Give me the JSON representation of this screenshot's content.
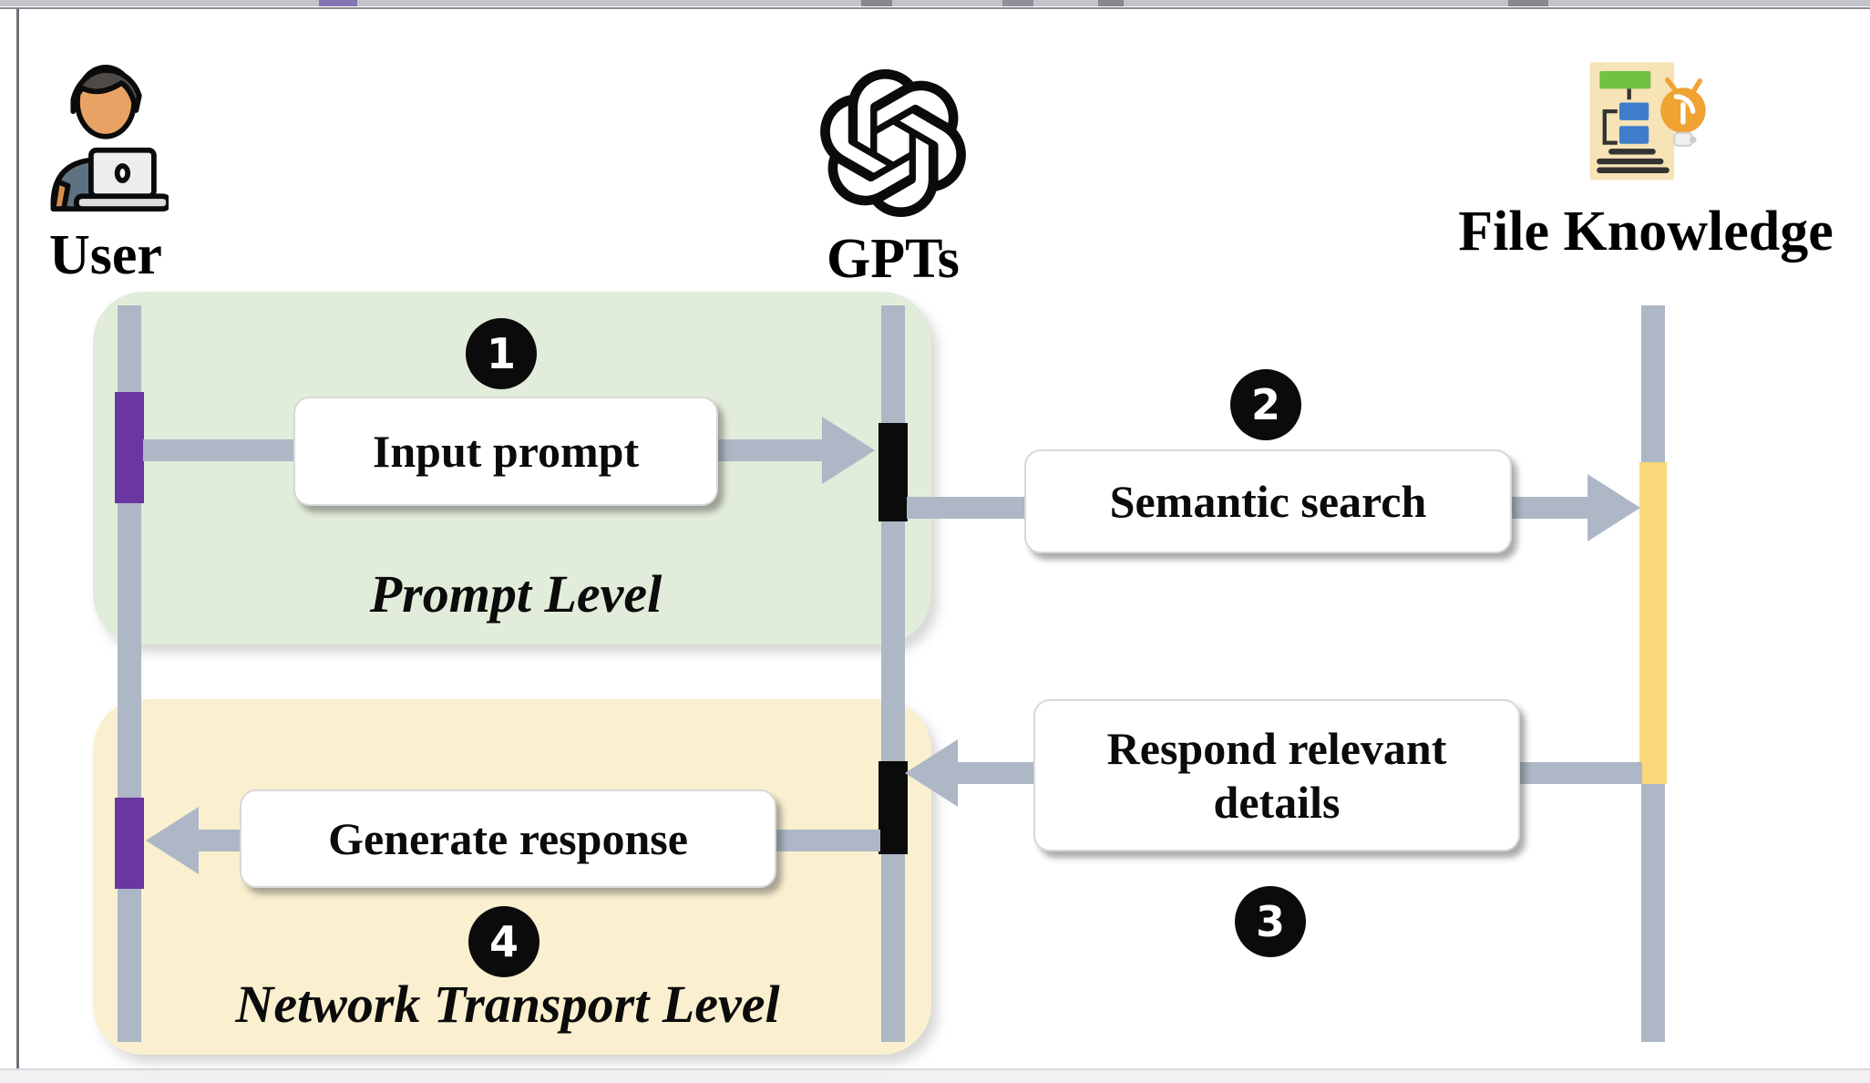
{
  "diagram": {
    "title_implicit": "GPTs file-knowledge retrieval sequence",
    "actors": [
      {
        "name": "User",
        "icon": "person-at-laptop-icon"
      },
      {
        "name": "GPTs",
        "icon": "openai-logo-icon"
      },
      {
        "name": "File Knowledge",
        "icon": "document-lightbulb-icon"
      }
    ],
    "steps": [
      {
        "num": "1",
        "label": "Input prompt",
        "from": "User",
        "to": "GPTs"
      },
      {
        "num": "2",
        "label": "Semantic search",
        "from": "GPTs",
        "to": "File Knowledge"
      },
      {
        "num": "3",
        "label": "Respond relevant details",
        "from": "File Knowledge",
        "to": "GPTs"
      },
      {
        "num": "4",
        "label": "Generate response",
        "from": "GPTs",
        "to": "User"
      }
    ],
    "regions": [
      {
        "label": "Prompt Level",
        "color": "#e2ecda"
      },
      {
        "label": "Network Transport Level",
        "color": "#faf0cf"
      }
    ],
    "colors": {
      "lifeline_and_arrows": "#adb7c6",
      "activation_purple": "#6b369f",
      "activation_black": "#0b0b0b",
      "activation_yellow": "#f8d878",
      "badge_background": "#0b0b0b",
      "badge_text": "#ffffff",
      "label_box_border": "#d8d8d8",
      "background": "#ffffff"
    }
  }
}
